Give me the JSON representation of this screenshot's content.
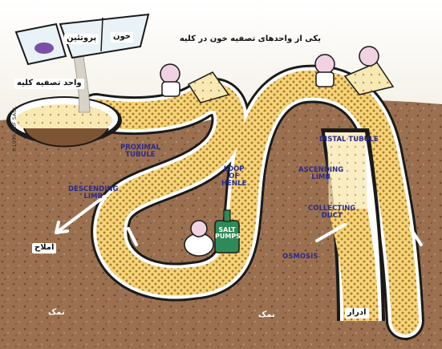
{
  "title_fa": "یکی از واحدهای تصفیه خون در کلیه",
  "cup_labels": {
    "blood": "خون",
    "protein": "پروتئین"
  },
  "filtration_unit_label": "واحد تصفیه کلیه",
  "parts": {
    "proximal_tubule": "PROXIMAL\nTUBULE",
    "descending_limb": "DESCENDING\nLIMB",
    "loop_of_henle": "LOOP\nOF\nHENLE",
    "ascending_limb": "ASCENDING\nLIMB",
    "distal_tubule": "DISTAL TUBULE",
    "collecting_duct": "COLLECTING\nDUCT",
    "osmosis": "OSMOSIS",
    "salt_pumps": "SALT\nPUMPS"
  },
  "fa_labels": {
    "salts": "املاح",
    "salt_left": "نمک",
    "salt_mid": "نمک",
    "urine": "ادرار"
  },
  "credit": "©1999 LEIF SAUL",
  "colors": {
    "background": "#9a7050",
    "tube_wall": "#ffffff",
    "fluid": "#f3d67a",
    "fluid_light": "#f7e9b4",
    "dot": "#b47a2c",
    "label_blue": "#2a2a8a",
    "pump_green": "#2e8b57"
  }
}
